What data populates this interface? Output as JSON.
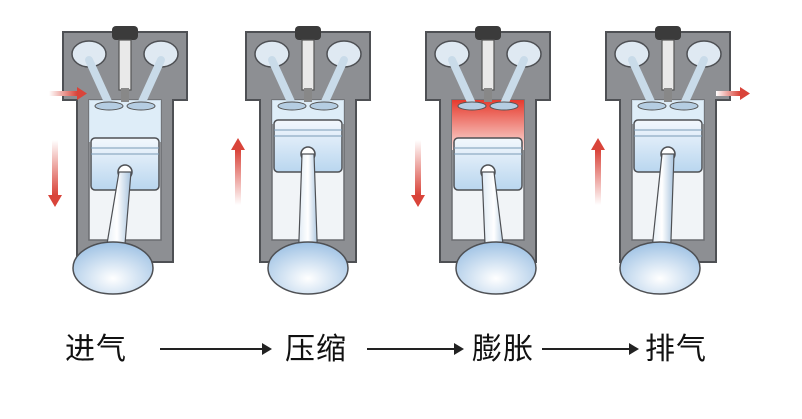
{
  "stages": [
    {
      "label": "进气",
      "piston": "down",
      "arrow_direction": "down",
      "chamber_fill": "intake",
      "flow_arrow": "in"
    },
    {
      "label": "压缩",
      "piston": "up",
      "arrow_direction": "up",
      "chamber_fill": "compress",
      "flow_arrow": "none"
    },
    {
      "label": "膨胀",
      "piston": "down",
      "arrow_direction": "down",
      "chamber_fill": "combust",
      "flow_arrow": "none"
    },
    {
      "label": "排气",
      "piston": "up",
      "arrow_direction": "up",
      "chamber_fill": "exhaust",
      "flow_arrow": "out"
    }
  ],
  "colors": {
    "block": "#8d8f93",
    "block_dark": "#6b6d71",
    "spark_plug": "#3b3b3b",
    "piston_light": "#eaf3fb",
    "piston_blue": "#a9cbe9",
    "combustion": "#e34a3c",
    "arrow_red": "#d9443a"
  }
}
